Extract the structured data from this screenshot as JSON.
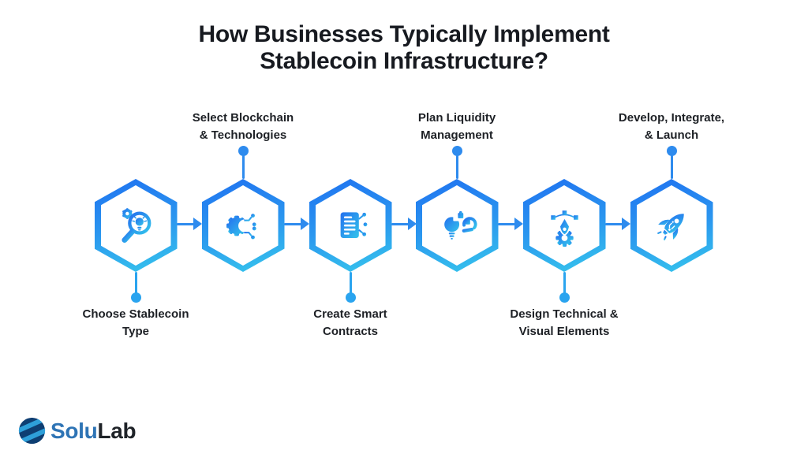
{
  "title": "How Businesses Typically Implement\nStablecoin Infrastructure?",
  "steps": [
    {
      "label": "Choose Stablecoin\nType",
      "label_position": "bottom",
      "icon": "magnifier-bulb-gear-icon"
    },
    {
      "label": "Select Blockchain\n& Technologies",
      "label_position": "top",
      "icon": "gear-circuit-icon"
    },
    {
      "label": "Create Smart\nContracts",
      "label_position": "bottom",
      "icon": "smart-contract-document-icon"
    },
    {
      "label": "Plan Liquidity\nManagement",
      "label_position": "top",
      "icon": "bulb-puzzle-hand-icon"
    },
    {
      "label": "Design Technical &\nVisual Elements",
      "label_position": "bottom",
      "icon": "pen-tool-gear-icon"
    },
    {
      "label": "Develop, Integrate,\n& Launch",
      "label_position": "top",
      "icon": "rocket-icon"
    }
  ],
  "logo": {
    "name": "SoluLab",
    "text_primary": "Solu",
    "text_secondary": "Lab"
  },
  "colors": {
    "background": "#ffffff",
    "title_text": "#171a20",
    "label_text": "#1d2025",
    "hex_gradient_start": "#1f72f0",
    "hex_gradient_end": "#36c6ec",
    "connector_blue": "#2e8bee",
    "connector_cyan": "#2aa4ef",
    "logo_blue": "#2e74b5",
    "logo_dark": "#1f2328",
    "logo_icon_navy": "#0e3e72",
    "logo_icon_stripe": "#2e9fd9"
  }
}
